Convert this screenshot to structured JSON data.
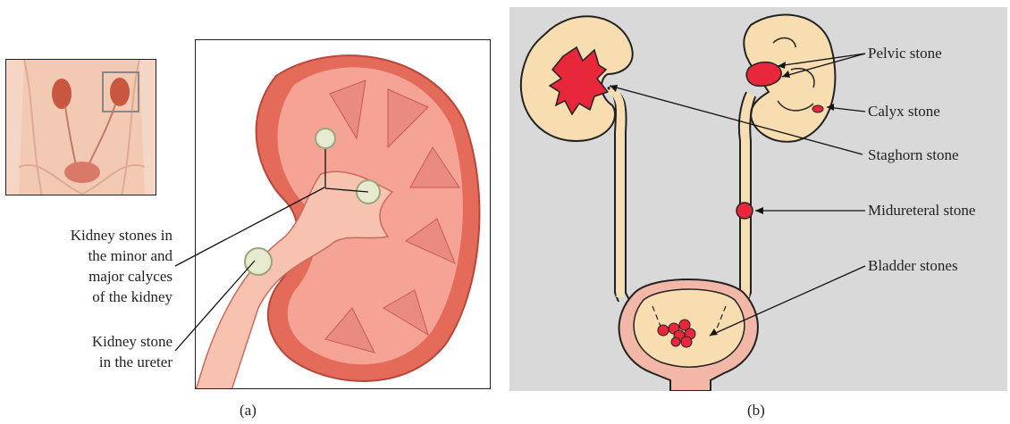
{
  "panel_a": {
    "caption": "(a)",
    "labels": {
      "calyces": [
        "Kidney stones in",
        "the minor and",
        "major calyces",
        "of the kidney"
      ],
      "ureter": [
        "Kidney stone",
        "in the ureter"
      ]
    }
  },
  "panel_b": {
    "caption": "(b)",
    "labels": {
      "pelvic": "Pelvic stone",
      "calyx": "Calyx stone",
      "staghorn": "Staghorn stone",
      "midureteral": "Midureteral stone",
      "bladder": "Bladder stones"
    }
  },
  "colors": {
    "panel_b_background": "#d9d9d9",
    "organ_fill": "#f7ddb0",
    "stone_red": "#e8283a",
    "kidney_tissue": "#f08a7e"
  }
}
